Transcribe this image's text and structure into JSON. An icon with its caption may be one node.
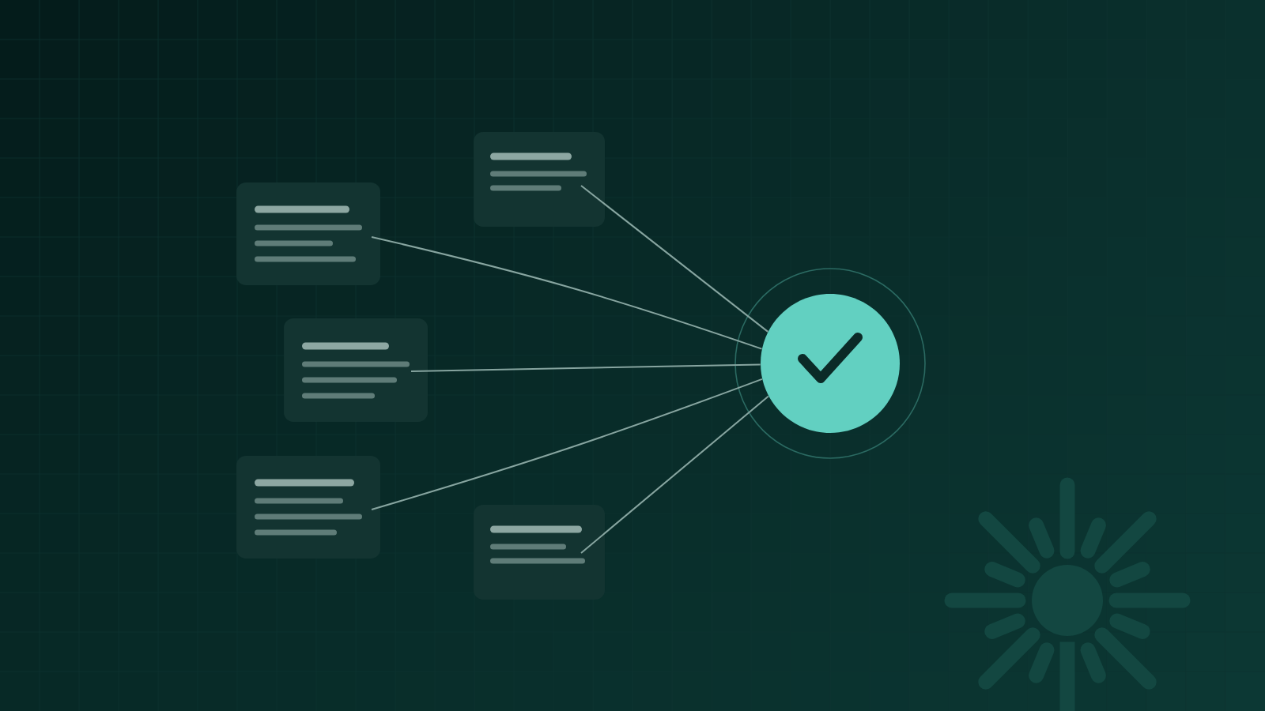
{
  "diagram": {
    "nodes": [
      {
        "text": [],
        "shape": "box"
      },
      {
        "text": [],
        "shape": "box"
      },
      {
        "text": [],
        "shape": "box"
      },
      {
        "text": [],
        "shape": "box"
      },
      {
        "text": [],
        "shape": "box"
      },
      {
        "text": [],
        "shape": "circle"
      }
    ],
    "edges": [
      {
        "from": 0,
        "to": 5,
        "arrow": "none"
      },
      {
        "from": 1,
        "to": 5,
        "arrow": "none"
      },
      {
        "from": 2,
        "to": 5,
        "arrow": "none"
      },
      {
        "from": 3,
        "to": 5,
        "arrow": "none"
      },
      {
        "from": 4,
        "to": 5,
        "arrow": "none"
      }
    ]
  }
}
